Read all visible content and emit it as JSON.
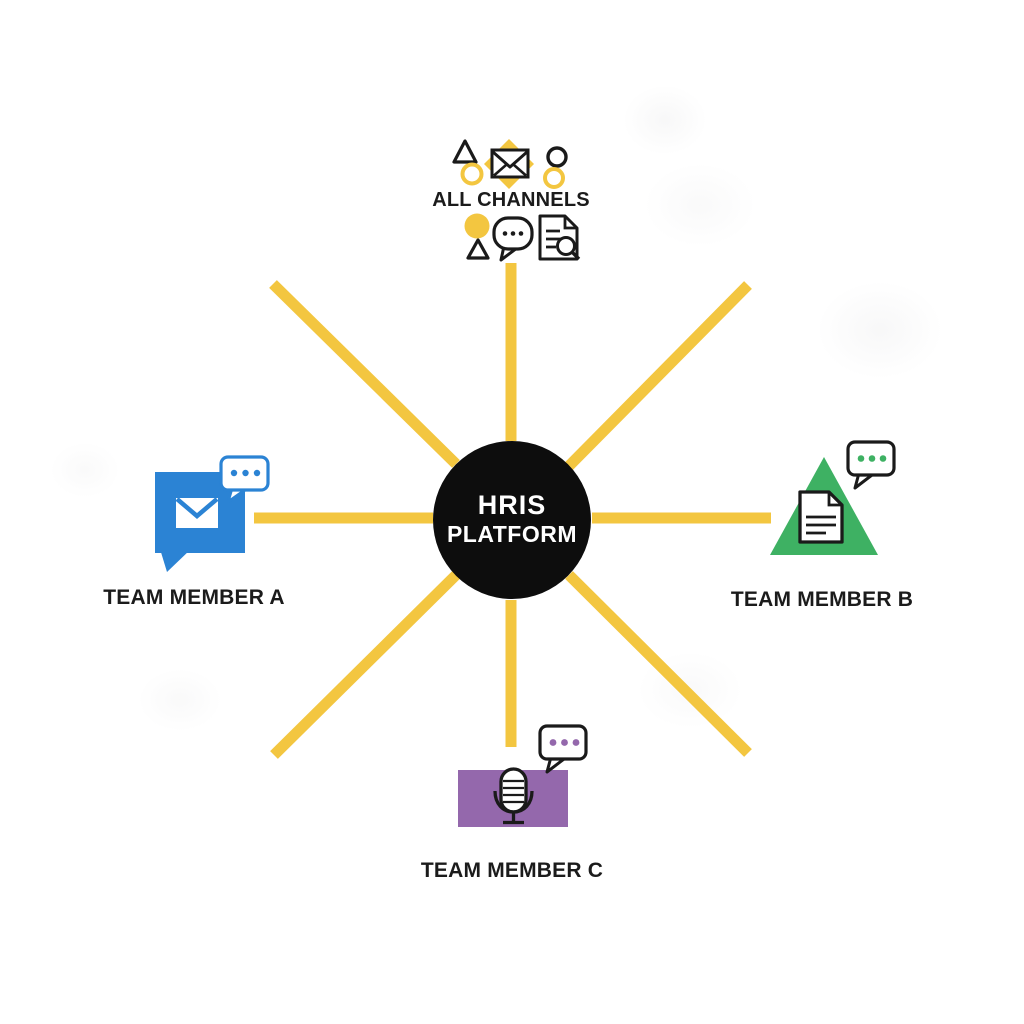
{
  "diagram": {
    "hub": {
      "line1": "HRIS",
      "line2": "PLATFORM"
    },
    "nodes": {
      "channels": {
        "label": "ALL CHANNELS",
        "icons": [
          "triangle-icon",
          "circle-icon",
          "envelope-diamond-icon",
          "speech-bubble-icon",
          "document-search-icon",
          "dot-icon"
        ]
      },
      "member_a": {
        "label": "TEAM MEMBER A",
        "icons": [
          "message-envelope-icon",
          "typing-bubble-icon"
        ]
      },
      "member_b": {
        "label": "TEAM MEMBER B",
        "icons": [
          "triangle-document-icon",
          "typing-bubble-icon"
        ]
      },
      "member_c": {
        "label": "TEAM MEMBER C",
        "icons": [
          "microphone-icon",
          "typing-bubble-icon"
        ]
      }
    },
    "connector_count": 8
  },
  "colors": {
    "connector": "#F3C640",
    "hub": "#0D0D0D",
    "ink": "#1A1A1A",
    "blue": "#2B83D4",
    "green": "#3EB163",
    "purple": "#9468AC",
    "text": "#1B1B1B"
  }
}
